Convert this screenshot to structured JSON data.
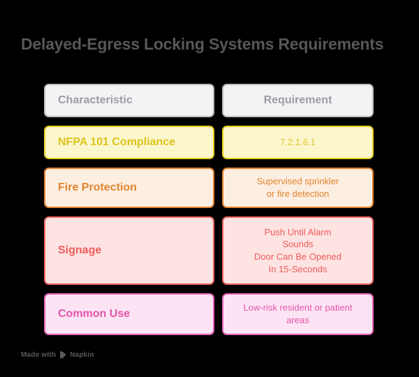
{
  "page": {
    "title": "Delayed-Egress Locking Systems Requirements",
    "background_color": "#000000",
    "title_color": "#575757"
  },
  "table": {
    "header": {
      "characteristic_label": "Characteristic",
      "requirement_label": "Requirement",
      "background_color": "#f2f3f5",
      "border_color": "#b9bbbe",
      "text_color": "#9b9da1"
    },
    "rows": [
      {
        "characteristic": "NFPA 101 Compliance",
        "requirement": "7.2.1.6.1",
        "accent_color": "#e8d11d",
        "fill_color": "#fcf6cd",
        "text_color": "#dcc41c"
      },
      {
        "characteristic": "Fire Protection",
        "requirement": "Supervised sprinkler\nor fire detection",
        "accent_color": "#e3802c",
        "fill_color": "#fdeee2",
        "text_color": "#e0862f"
      },
      {
        "characteristic": "Signage",
        "requirement": "Push Until Alarm\nSounds\nDoor Can Be Opened\nIn 15-Seconds",
        "accent_color": "#f26360",
        "fill_color": "#fde3e1",
        "text_color": "#ef5c5c"
      },
      {
        "characteristic": "Common Use",
        "requirement": "Low-risk resident or patient\nareas",
        "accent_color": "#ea63b7",
        "fill_color": "#fde4f4",
        "text_color": "#e455ab"
      }
    ]
  },
  "watermark": {
    "prefix": "Made with",
    "brand": "Napkin",
    "icon": "napkin-leaf-icon",
    "color": "#5a5a5a"
  }
}
